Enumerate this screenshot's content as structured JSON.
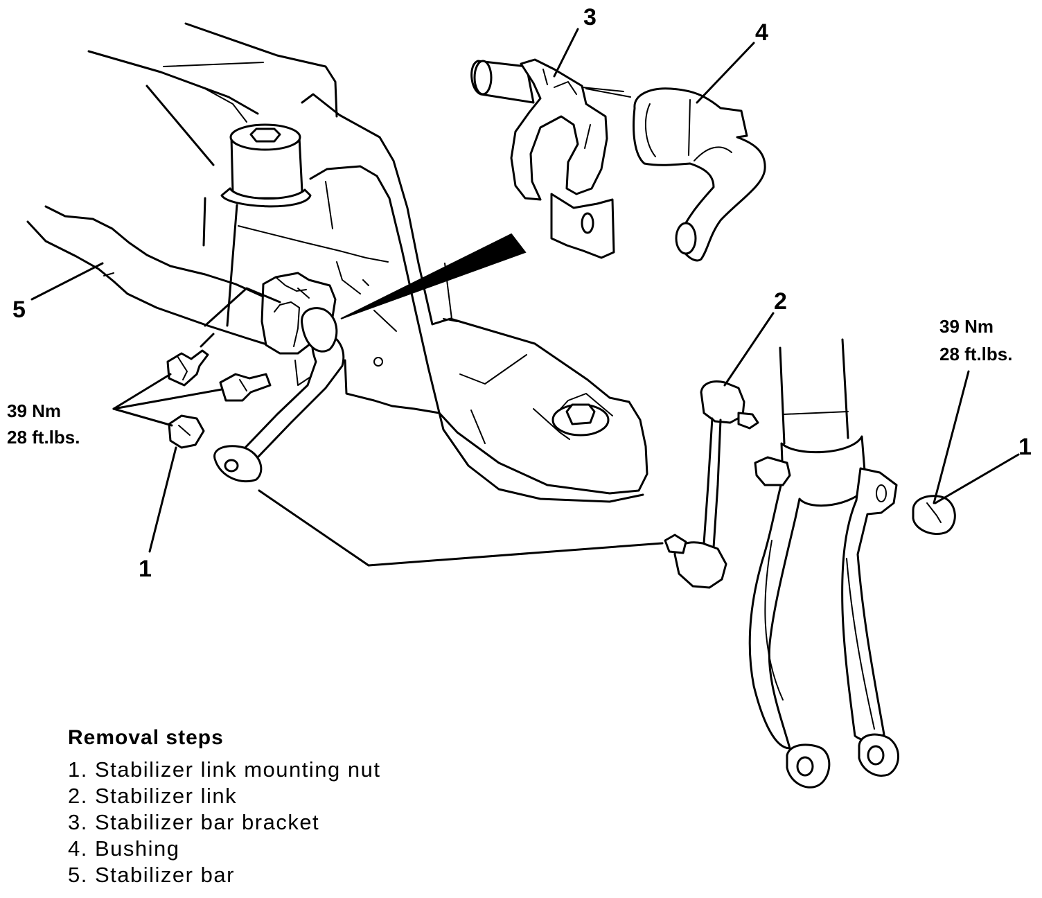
{
  "callouts": {
    "c1_left": "1",
    "c1_right": "1",
    "c2": "2",
    "c3": "3",
    "c4": "4",
    "c5": "5"
  },
  "torque": {
    "left": {
      "nm": "39 Nm",
      "ftlbs": "28 ft.lbs."
    },
    "right": {
      "nm": "39 Nm",
      "ftlbs": "28 ft.lbs."
    }
  },
  "removal_steps": {
    "title": "Removal steps",
    "items": [
      {
        "num": "1.",
        "text": "Stabilizer link mounting nut"
      },
      {
        "num": "2.",
        "text": "Stabilizer link"
      },
      {
        "num": "3.",
        "text": "Stabilizer bar bracket"
      },
      {
        "num": "4.",
        "text": "Bushing"
      },
      {
        "num": "5.",
        "text": "Stabilizer bar"
      }
    ]
  },
  "colors": {
    "ink": "#000000",
    "paper": "#ffffff"
  }
}
